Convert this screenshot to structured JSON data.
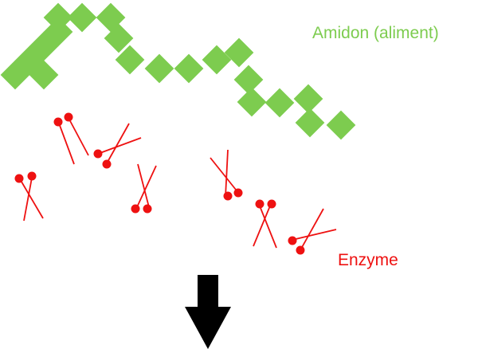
{
  "labels": {
    "starch": "Amidon (aliment)",
    "enzyme": "Enzyme"
  },
  "colors": {
    "starch": "#7dcc4f",
    "enzyme": "#ee1111",
    "arrow": "#000000",
    "background": "#ffffff"
  },
  "icons": {
    "starch_unit": "green-diamond-square",
    "enzyme": "red-scissors",
    "reaction_arrow": "down-arrow-icon"
  }
}
